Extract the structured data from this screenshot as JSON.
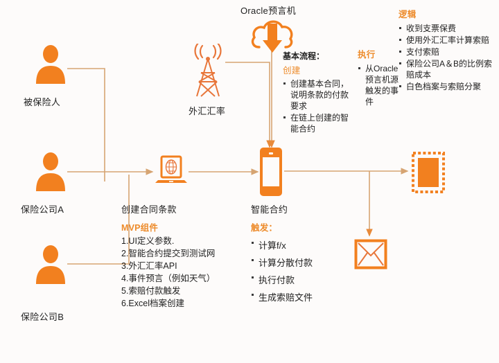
{
  "theme": {
    "orange": "#F2801F",
    "line": "#D6A472",
    "label_orange": "#ED8B2B",
    "background": "#fdfbfa"
  },
  "nodes": {
    "insured": {
      "label": "被保险人",
      "icon": "person-icon"
    },
    "insurer_a": {
      "label": "保险公司A",
      "icon": "person-icon"
    },
    "insurer_b": {
      "label": "保险公司B",
      "icon": "person-icon"
    },
    "fx_rate": {
      "label": "外汇汇率",
      "icon": "antenna-tower-icon"
    },
    "oracle": {
      "label": "Oracle预言机",
      "icon": "cloud-download-icon"
    },
    "laptop": {
      "label": "创建合同条款",
      "icon": "laptop-globe-icon"
    },
    "smart_contract": {
      "label": "智能合约",
      "icon": "smartphone-icon"
    },
    "certificate": {
      "label": "",
      "icon": "stamp-certificate-icon"
    },
    "envelope": {
      "label": "",
      "icon": "envelope-icon"
    }
  },
  "blocks": {
    "basic_flow": {
      "title": "基本流程：",
      "subtitle": "创建",
      "items": [
        "创建基本合同，说明条款的付款要求",
        "在链上创建的智能合约"
      ]
    },
    "execute": {
      "title": "执行",
      "items": [
        "从Oracle预言机源触发的事件"
      ]
    },
    "logic": {
      "title": "逻辑",
      "items": [
        "收到支票保费",
        "使用外汇汇率计算索赔",
        "支付索赔",
        "保险公司A＆B的比例索赔成本",
        "白色档案与索赔分聚"
      ]
    },
    "mvp": {
      "title": "创建合同条款",
      "subtitle": "MVP组件",
      "items": [
        "1.UI定义参数.",
        "2.智能合约提交到测试网",
        "3.外汇汇率API",
        "4.事件预言（例如天气）",
        "5.索赔付款触发",
        "6.Excel档案创建"
      ]
    },
    "trigger": {
      "title": "智能合约",
      "subtitle": "触发：",
      "items": [
        "计算f/x",
        "计算分散付款",
        "执行付款",
        "生成索赔文件"
      ]
    }
  }
}
